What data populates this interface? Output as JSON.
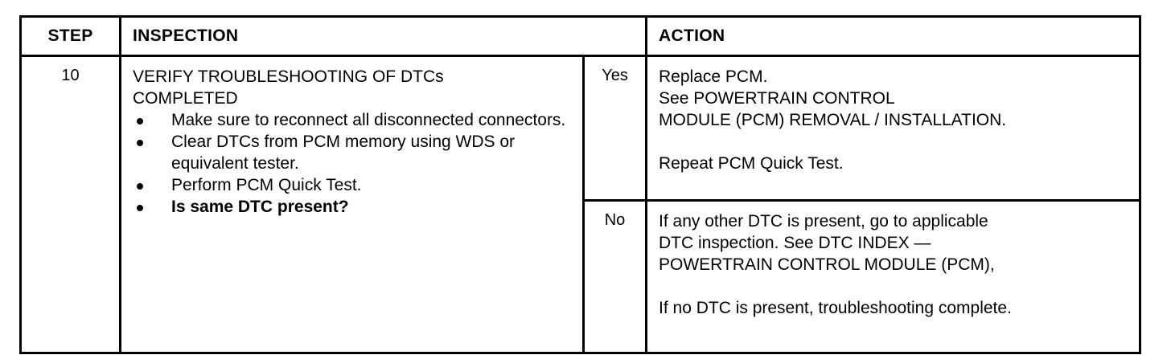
{
  "document": {
    "type": "service-manual-diagnostic-table"
  },
  "table": {
    "headers": {
      "step": "STEP",
      "inspection": "INSPECTION",
      "action": "ACTION"
    },
    "rows": [
      {
        "step": "10",
        "inspection": {
          "title": "VERIFY TROUBLESHOOTING OF DTCs\nCOMPLETED",
          "bullets": [
            {
              "text": "Make sure to reconnect all disconnected connectors.",
              "bold": false
            },
            {
              "text": "Clear DTCs from PCM memory using WDS or equivalent tester.",
              "bold": false
            },
            {
              "text": "Perform PCM Quick Test.",
              "bold": false
            },
            {
              "text": "Is same DTC present?",
              "bold": true
            }
          ]
        },
        "actions": [
          {
            "answer": "Yes",
            "primary": "Replace PCM.\nSee POWERTRAIN CONTROL\nMODULE (PCM) REMOVAL / INSTALLATION.",
            "secondary": "Repeat PCM Quick Test."
          },
          {
            "answer": "No",
            "primary": "If any other DTC is present, go to applicable\nDTC inspection.  See DTC INDEX —\nPOWERTRAIN CONTROL MODULE (PCM),",
            "secondary": "If no DTC is present, troubleshooting complete."
          }
        ]
      }
    ]
  },
  "colors": {
    "ink": "#000000",
    "paper": "#ffffff"
  }
}
